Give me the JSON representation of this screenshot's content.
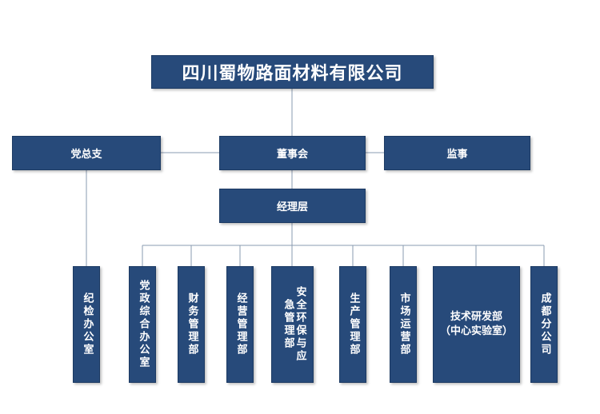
{
  "org": {
    "title": "四川蜀物路面材料有限公司",
    "party_branch": "党总支",
    "board": "董事会",
    "supervisor": "监事",
    "management": "经理层",
    "departments": {
      "discipline": "纪检办公室",
      "party_admin": "党政综合办公室",
      "finance": "财务管理部",
      "operations": "经营管理部",
      "safety": "安全环保与应急管理部",
      "production": "生产管理部",
      "marketing": "市场运营部",
      "tech_line1": "技术研发部",
      "tech_line2": "（中心实验室）",
      "chengdu": "成都分公司"
    }
  }
}
